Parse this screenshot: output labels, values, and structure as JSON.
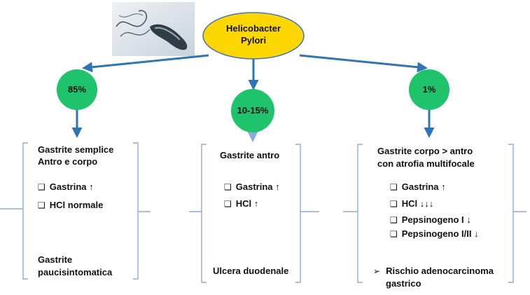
{
  "colors": {
    "arrow": "#2e75b6",
    "arrow_light": "#8eaadb",
    "root_fill": "#ffd700",
    "root_stroke": "#4472c4",
    "node_fill": "#1fc36b",
    "bracket": "#8faadc"
  },
  "root": {
    "line1": "Helicobacter",
    "line2": "Pylori"
  },
  "branches": [
    {
      "percent": "85%",
      "title1": "Gastrite semplice",
      "title2": "Antro e corpo",
      "items": [
        "Gastrina ↑",
        "HCl normale"
      ],
      "footer1": "Gastrite",
      "footer2": "paucisintomatica"
    },
    {
      "percent": "10-15%",
      "title1": "Gastrite antro",
      "items": [
        "Gastrina ↑",
        "HCl ↑"
      ],
      "footer1": "Ulcera duodenale"
    },
    {
      "percent": "1%",
      "title1": "Gastrite corpo > antro",
      "title2": "con atrofia multifocale",
      "items": [
        "Gastrina ↑",
        "HCl ↓↓↓",
        "Pepsinogeno I ↓",
        "Pepsinogeno I/II ↓"
      ],
      "footer1": "Rischio adenocarcinoma",
      "footer2": "gastrico"
    }
  ]
}
